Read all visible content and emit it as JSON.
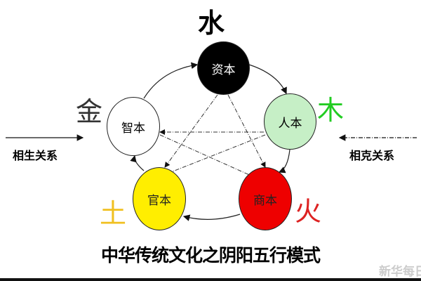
{
  "nodes": {
    "water": {
      "label": "资本",
      "element": "水",
      "fill": "#000000",
      "text_color": "#ffffff",
      "element_color": "#000000"
    },
    "wood": {
      "label": "人本",
      "element": "木",
      "fill": "#c6efc6",
      "text_color": "#000000",
      "element_color": "#22cc22"
    },
    "fire": {
      "label": "商本",
      "element": "火",
      "fill": "#ee0000",
      "text_color": "#222222",
      "element_color": "#dd2222"
    },
    "earth": {
      "label": "官本",
      "element": "土",
      "fill": "#ffee00",
      "text_color": "#222222",
      "element_color": "#f0c020"
    },
    "metal": {
      "label": "智本",
      "element": "金",
      "fill": "#ffffff",
      "text_color": "#000000",
      "element_color": "#333333"
    }
  },
  "legend": {
    "generating": "相生关系",
    "overcoming": "相克关系"
  },
  "title": "中华传统文化之阴阳五行模式",
  "watermark": "新华每日"
}
